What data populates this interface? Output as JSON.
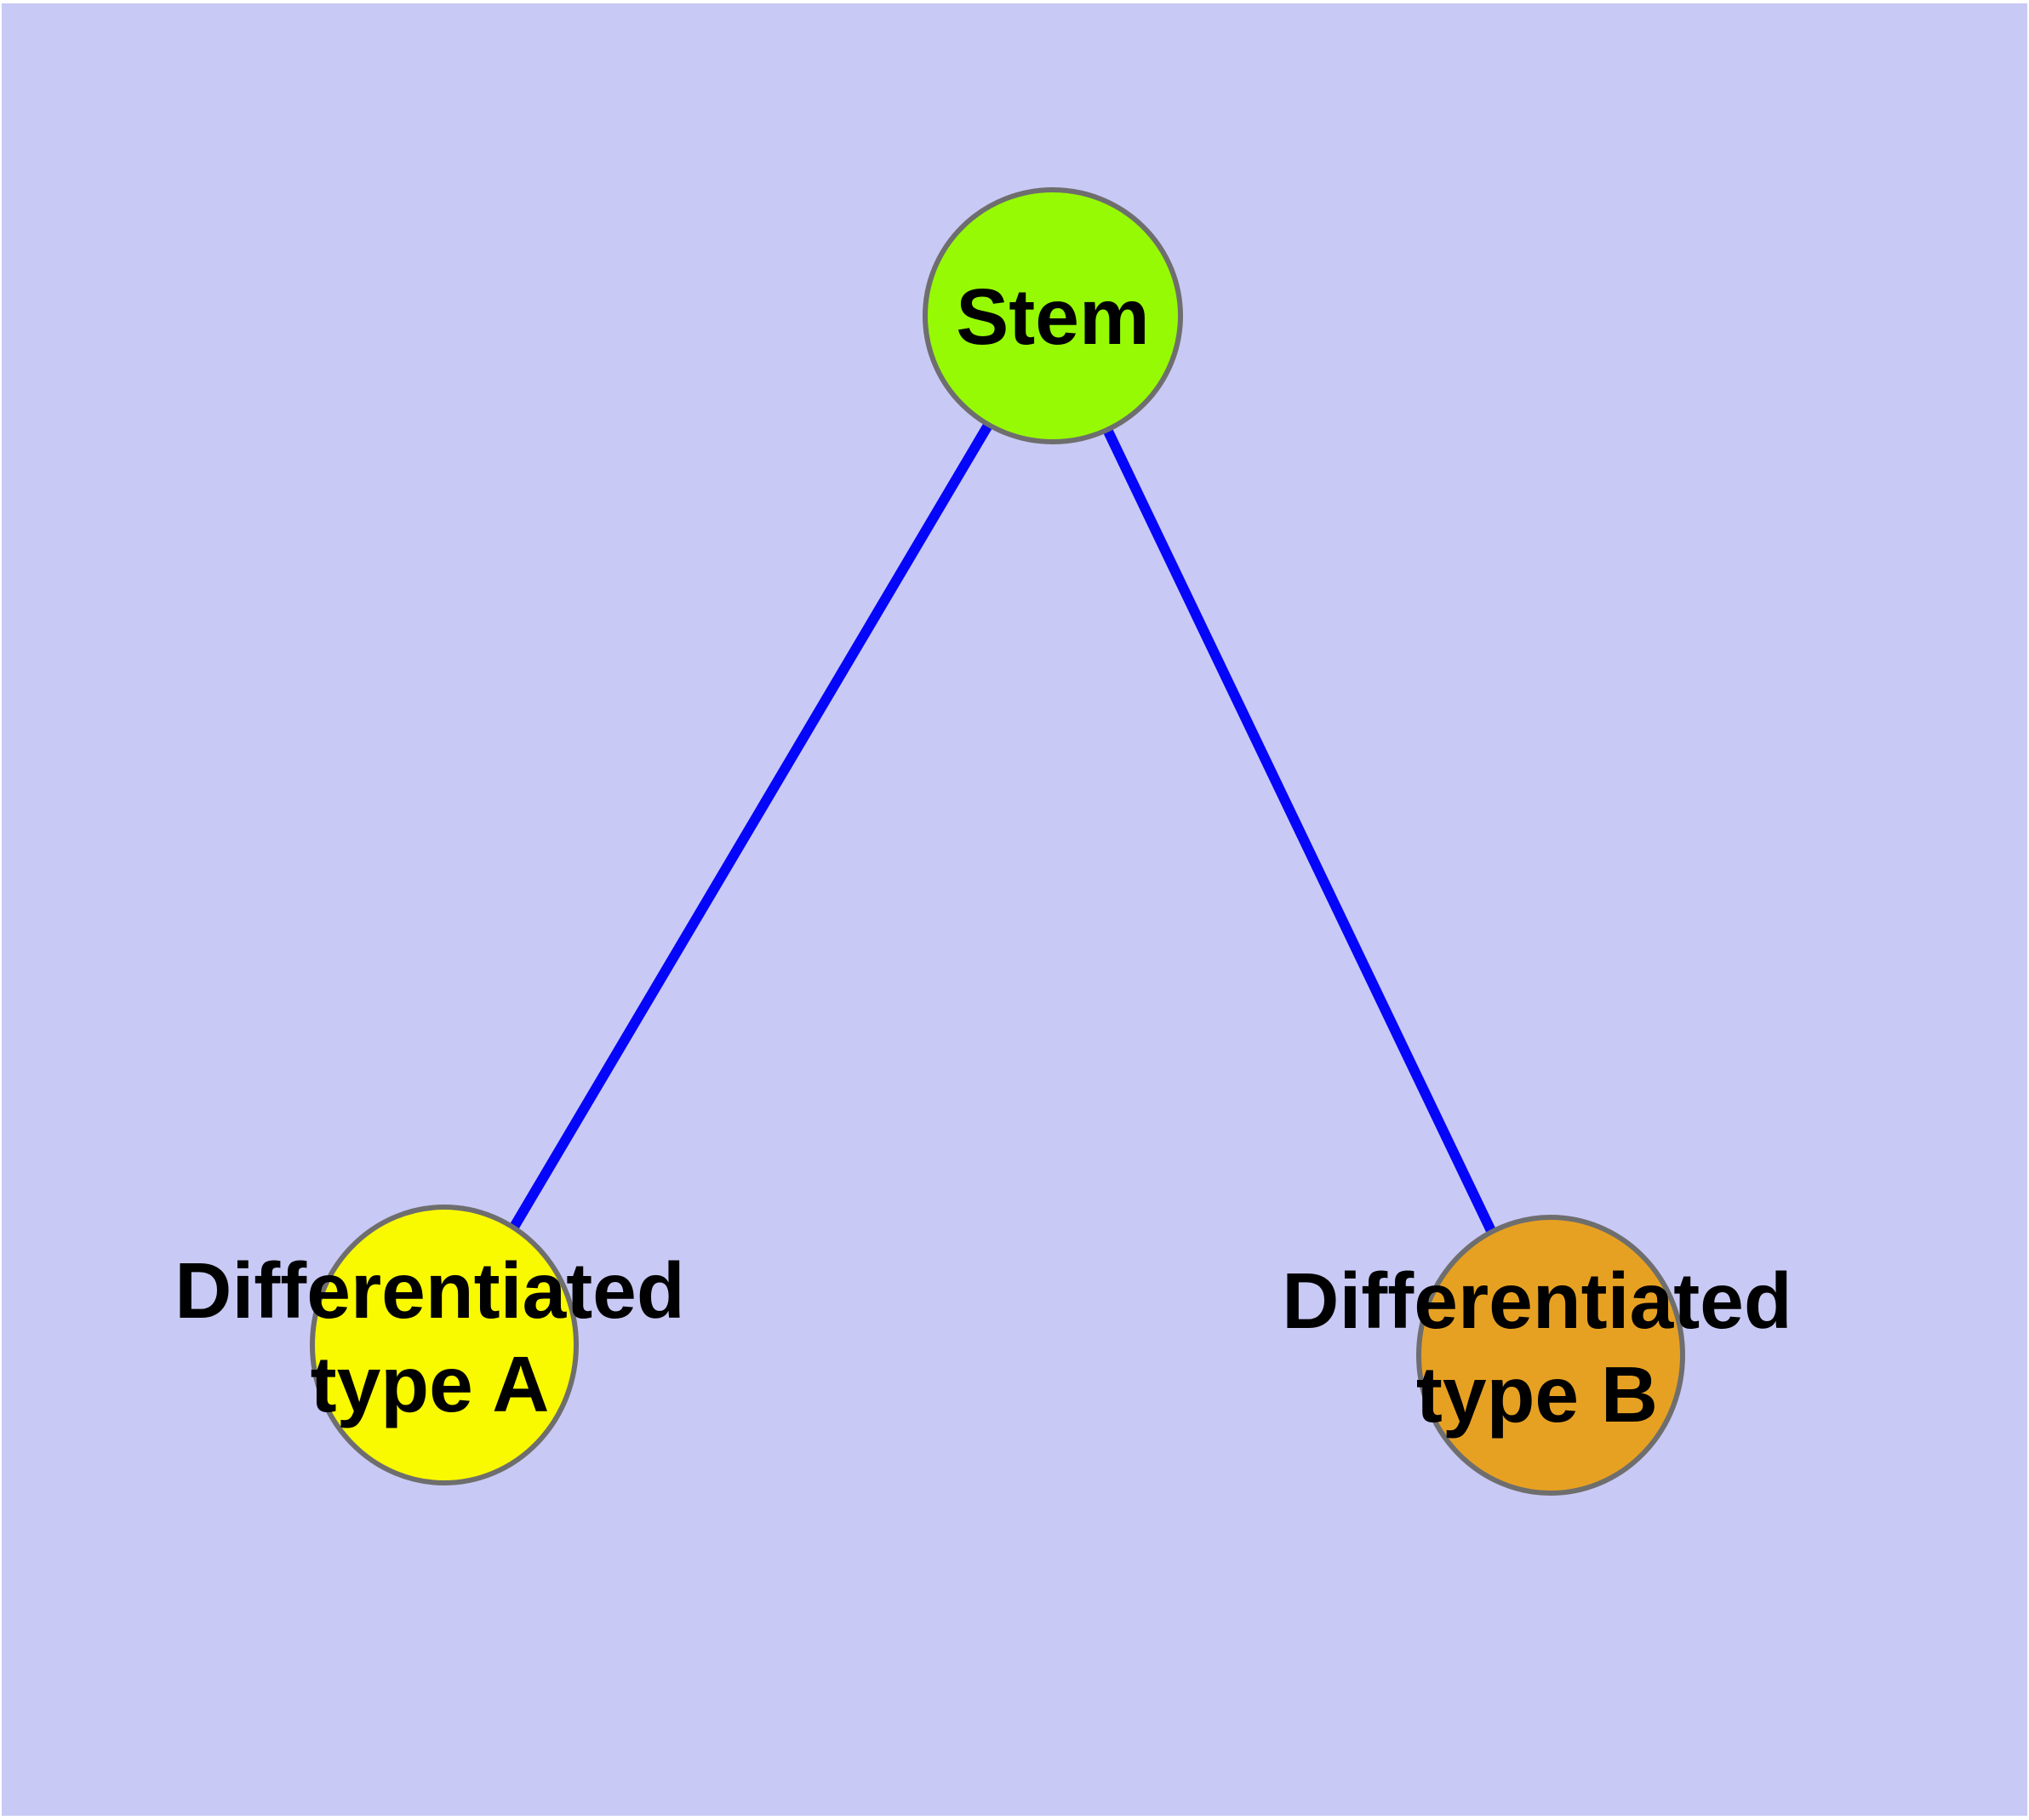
{
  "diagram": {
    "background_color": "#C9C9F5",
    "page_edge_color": "#FFFFFF",
    "edge_color": "#0505FA",
    "node_border_color": "#6E6E6E",
    "text_color": "#000000",
    "nodes": {
      "stem": {
        "label": "Stem",
        "fill": "#96FA05"
      },
      "type_a": {
        "label_line1": "Differentiated",
        "label_line2": "type A",
        "fill": "#F9F900"
      },
      "type_b": {
        "label_line1": "Differentiated",
        "label_line2": "type B",
        "fill": "#E7A122"
      }
    },
    "edges": [
      {
        "from": "Stem",
        "to": "Differentiated type A"
      },
      {
        "from": "Stem",
        "to": "Differentiated type B"
      }
    ]
  }
}
